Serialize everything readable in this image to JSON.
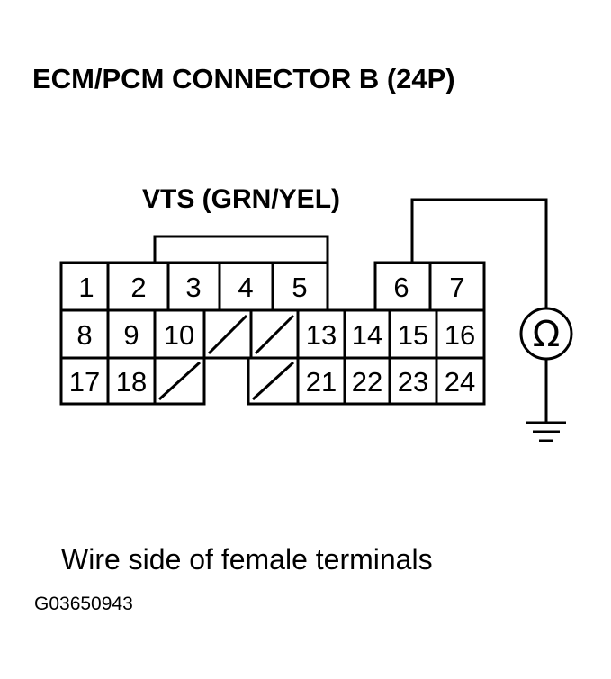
{
  "title": "ECM/PCM CONNECTOR B (24P)",
  "wire_label": "VTS (GRN/YEL)",
  "caption": "Wire side of female terminals",
  "figure_id": "G03650943",
  "meter_symbol": "Ω",
  "pins": {
    "p1": "1",
    "p2": "2",
    "p3": "3",
    "p4": "4",
    "p5": "5",
    "p6": "6",
    "p7": "7",
    "p8": "8",
    "p9": "9",
    "p10": "10",
    "p13": "13",
    "p14": "14",
    "p15": "15",
    "p16": "16",
    "p17": "17",
    "p18": "18",
    "p21": "21",
    "p22": "22",
    "p23": "23",
    "p24": "24"
  },
  "colors": {
    "ink": "#000000",
    "background": "#ffffff"
  }
}
